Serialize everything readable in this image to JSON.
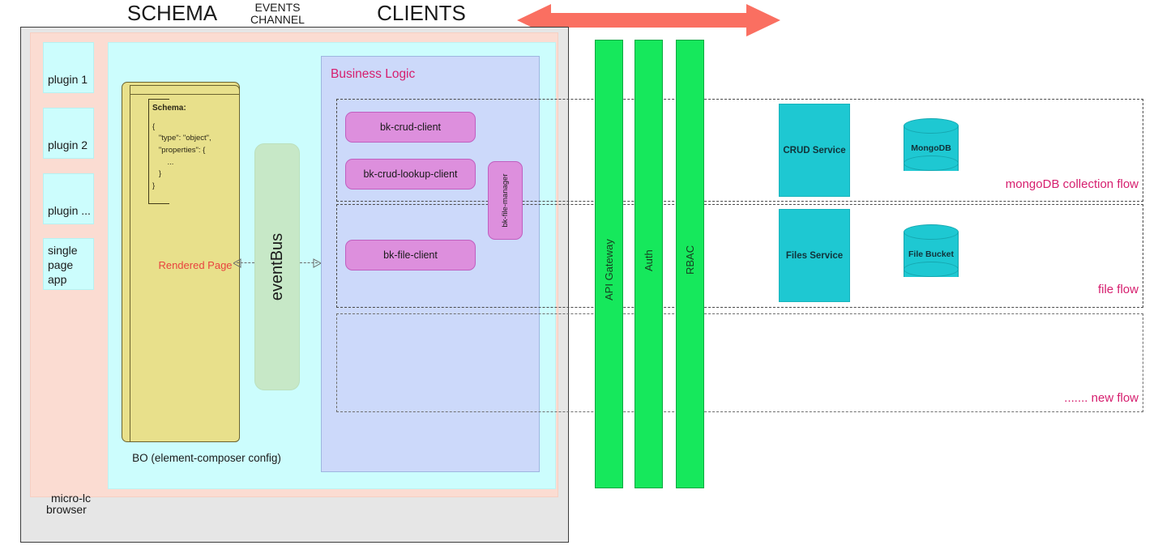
{
  "top_labels": {
    "schema": "SCHEMA",
    "events_channel": "EVENTS\nCHANNEL",
    "clients": "CLIENTS"
  },
  "arrow": {
    "name": "double-headed-arrow",
    "color": "#fa6f61",
    "direction": "bidirectional"
  },
  "browser": {
    "label": "browser",
    "bg": "#e6e6e6"
  },
  "microlc": {
    "label": "micro-lc",
    "bg": "#fbdcd2"
  },
  "plugins": [
    {
      "label": "plugin 1"
    },
    {
      "label": "plugin 2"
    },
    {
      "label": "plugin ..."
    },
    {
      "label": "single\npage\napp"
    }
  ],
  "events_channel_panel": {
    "bg": "#ccfdfd"
  },
  "bo": {
    "caption": "BO (element-composer config)",
    "schema_heading": "Schema:",
    "schema_lines": [
      "{",
      "   \"type\": \"object\",",
      "   \"properties\": {",
      "       ...",
      "   }",
      "}"
    ],
    "rendered_page": "Rendered Page",
    "rendered_page_color": "#e8433f",
    "bg": "#e8e08b"
  },
  "eventbus": {
    "label": "eventBus",
    "bg": "#c7e8c7"
  },
  "business_logic": {
    "title": "Business Logic",
    "title_color": "#d61e6e",
    "bg": "#ccd9fa",
    "clients": [
      {
        "label": "bk-crud-client"
      },
      {
        "label": "bk-crud-lookup-client"
      },
      {
        "label": "bk-file-client"
      }
    ],
    "file_manager": {
      "label": "bk-file-manager"
    },
    "client_color": "#dd8fdd"
  },
  "gateway_bars": [
    {
      "label": "API Gateway"
    },
    {
      "label": "Auth"
    },
    {
      "label": "RBAC"
    }
  ],
  "gateway_color": "#16e85c",
  "services": [
    {
      "label": "CRUD Service"
    },
    {
      "label": "Files Service"
    }
  ],
  "databases": [
    {
      "label": "MongoDB"
    },
    {
      "label": "File Bucket"
    }
  ],
  "service_color": "#1ec8d2",
  "flows": [
    {
      "label": "mongoDB collection flow"
    },
    {
      "label": "file flow"
    },
    {
      "label": "....... new flow"
    }
  ],
  "flow_label_color": "#d61e6e"
}
